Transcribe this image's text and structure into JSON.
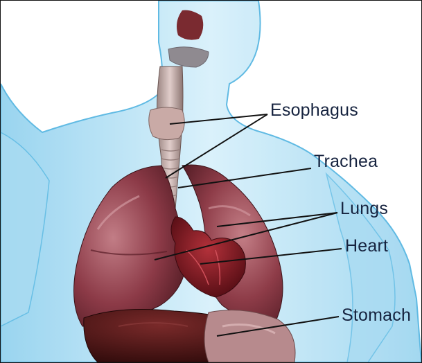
{
  "labels": {
    "esophagus": "Esophagus",
    "trachea": "Trachea",
    "lungs": "Lungs",
    "heart": "Heart",
    "stomach": "Stomach"
  },
  "colors": {
    "body_outline": "#6ec3e6",
    "body_fill": "#bfe6f7",
    "lung": "#8a3a45",
    "lung_highlight": "#c98a92",
    "heart": "#7a1620",
    "liver": "#4a1414",
    "stomach": "#b88a8c",
    "trachea": "#c8b0ae",
    "label_text": "#16233f",
    "leader_line": "#111111"
  },
  "icons": [
    "human-torso-illustration"
  ]
}
